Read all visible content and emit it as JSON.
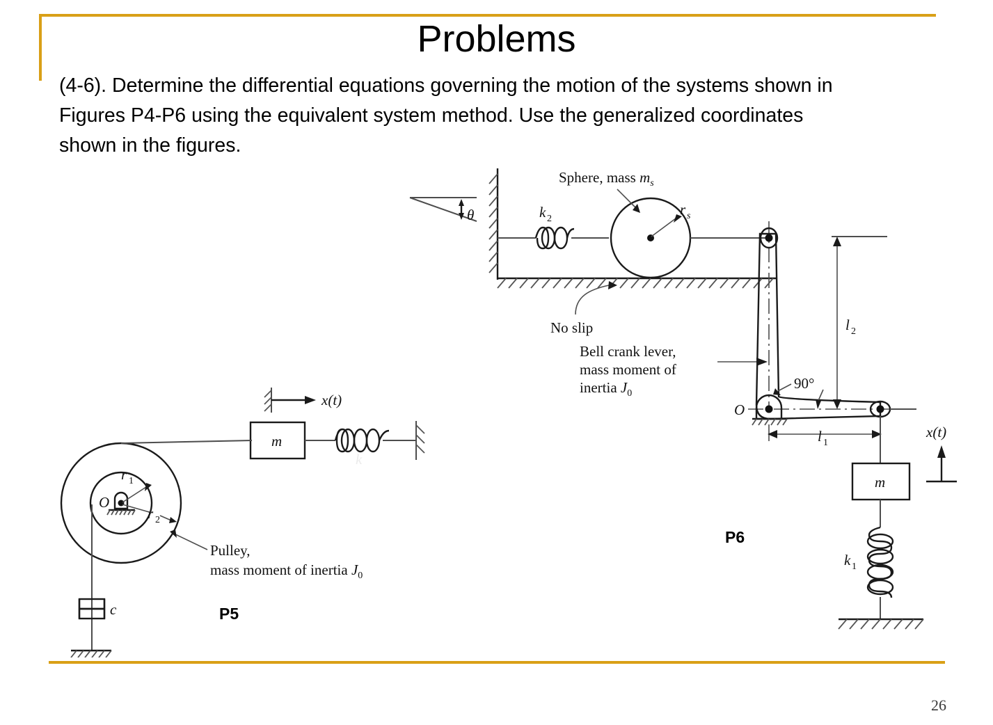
{
  "slide": {
    "title": "Problems",
    "body_text": "(4-6). Determine the differential equations governing the motion of the systems shown in Figures P4-P6 using the equivalent system method. Use the generalized coordinates shown in the figures.",
    "page_number": "26",
    "accent_color": "#d9a017",
    "background_color": "#ffffff",
    "text_color": "#000000"
  },
  "figures": [
    {
      "id": "P5",
      "label": "P5",
      "caption_pulley_line1": "Pulley,",
      "caption_pulley_line2": "mass moment of inertia J",
      "caption_pulley_sub": "0",
      "labels": {
        "coordinate": "x(t)",
        "mass": "m",
        "spring": "k",
        "damper": "c",
        "center": "O",
        "inner_radius": "r",
        "inner_radius_sub": "1",
        "outer_radius": "r",
        "outer_radius_sub": "2",
        "inertia": "J",
        "inertia_sub": "0"
      }
    },
    {
      "id": "P6",
      "label": "P6",
      "caption_sphere": "Sphere, mass m",
      "caption_sphere_sub": "s",
      "caption_noslip": "No slip",
      "caption_lever_line1": "Bell crank lever,",
      "caption_lever_line2": "mass moment of",
      "caption_lever_line3": "inertia J",
      "caption_lever_sub": "0",
      "labels": {
        "angle": "θ",
        "spring_top": "k",
        "spring_top_sub": "2",
        "sphere_radius": "r",
        "sphere_radius_sub": "s",
        "pivot": "O",
        "angle_right": "90°",
        "length_vertical": "l",
        "length_vertical_sub": "2",
        "length_horizontal": "l",
        "length_horizontal_sub": "1",
        "mass": "m",
        "coordinate": "x(t)",
        "spring_bottom": "k",
        "spring_bottom_sub": "1"
      }
    }
  ]
}
